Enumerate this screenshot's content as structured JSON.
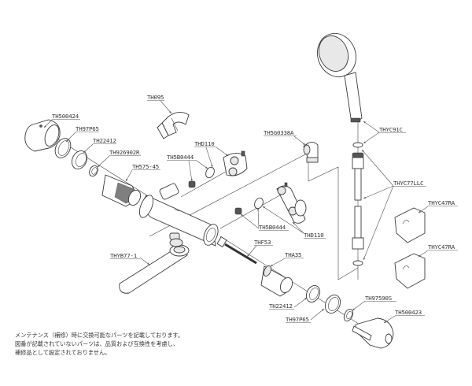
{
  "diagram": {
    "type": "exploded-parts-view",
    "subject": "thermostatic shower mixer faucet",
    "labels": {
      "TH500424": "TH500424",
      "TH97P65_top": "TH97P65",
      "TH22412_top": "TH22412",
      "TH926902R": "TH926902R",
      "TH575_45": "TH575-45",
      "TH095": "TH095",
      "THD110_top": "THD110",
      "TH5B0444_top": "TH5B0444",
      "TH5G0338A": "TH5G0338A",
      "TH5B0444_bottom": "TH5B0444",
      "THD110_bottom": "THD110",
      "THYB77_1": "THYB77-1",
      "THF53": "THF53",
      "THA35": "THA35",
      "TH22412_bottom": "TH22412",
      "TH97P65_bottom": "TH97P65",
      "TH97590S": "TH97590S",
      "TH500423": "TH500423",
      "THYC91C": "THYC91C",
      "THYC77LLC": "THYC77LLC",
      "THYC47RA_top": "THYC47RA",
      "THYC47RA_bottom": "THYC47RA"
    },
    "note_lines": [
      "メンテナンス（補修）時に交換可能なパーツを記載しております。",
      "図番が記載されていないパーツは、品質および互換性を考慮し、",
      "補修品として設定されておりません。"
    ]
  }
}
